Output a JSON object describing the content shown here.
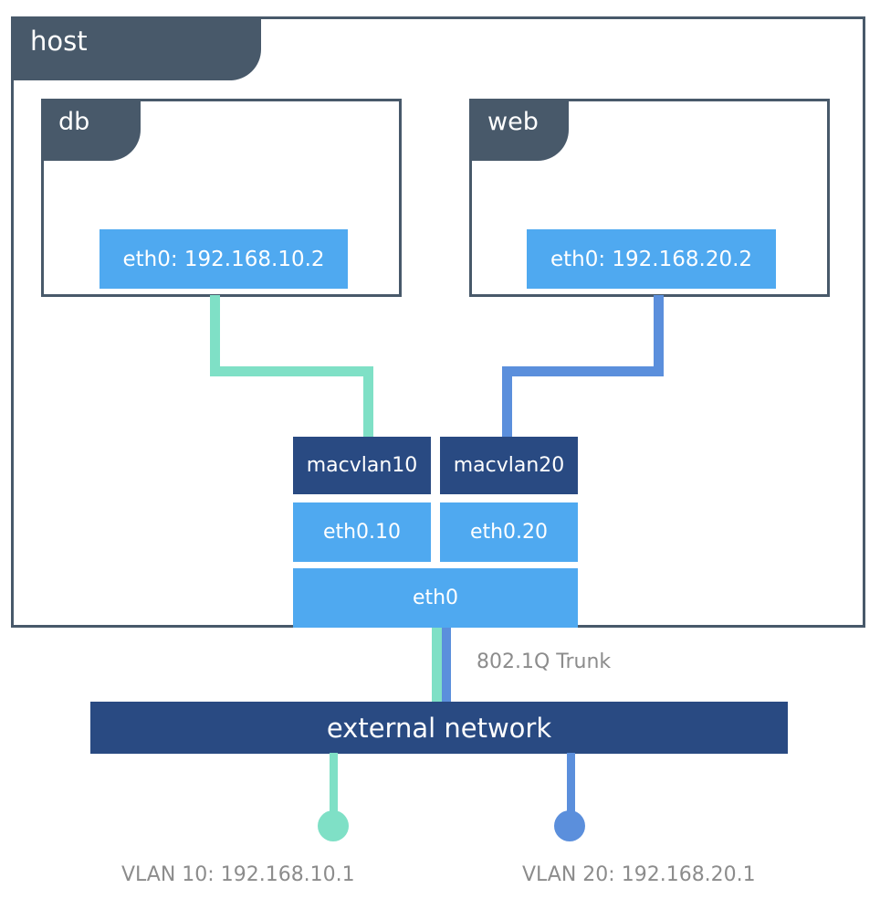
{
  "host": {
    "label": "host"
  },
  "containers": {
    "db": {
      "label": "db",
      "iface": "eth0: 192.168.10.2"
    },
    "web": {
      "label": "web",
      "iface": "eth0: 192.168.20.2"
    }
  },
  "interfaces": {
    "macvlan10": "macvlan10",
    "macvlan20": "macvlan20",
    "eth0_10": "eth0.10",
    "eth0_20": "eth0.20",
    "eth0": "eth0"
  },
  "trunk_label": "802.1Q Trunk",
  "external_network": "external network",
  "vlans": {
    "vlan10": "VLAN 10: 192.168.10.1",
    "vlan20": "VLAN 20: 192.168.20.1"
  },
  "colors": {
    "frame": "#48596a",
    "light_block": "#4fa9f0",
    "dark_block": "#294a82",
    "vlan10_wire": "#7fe0c6",
    "vlan20_wire": "#5b8fdc",
    "caption": "#8c8c8c"
  }
}
